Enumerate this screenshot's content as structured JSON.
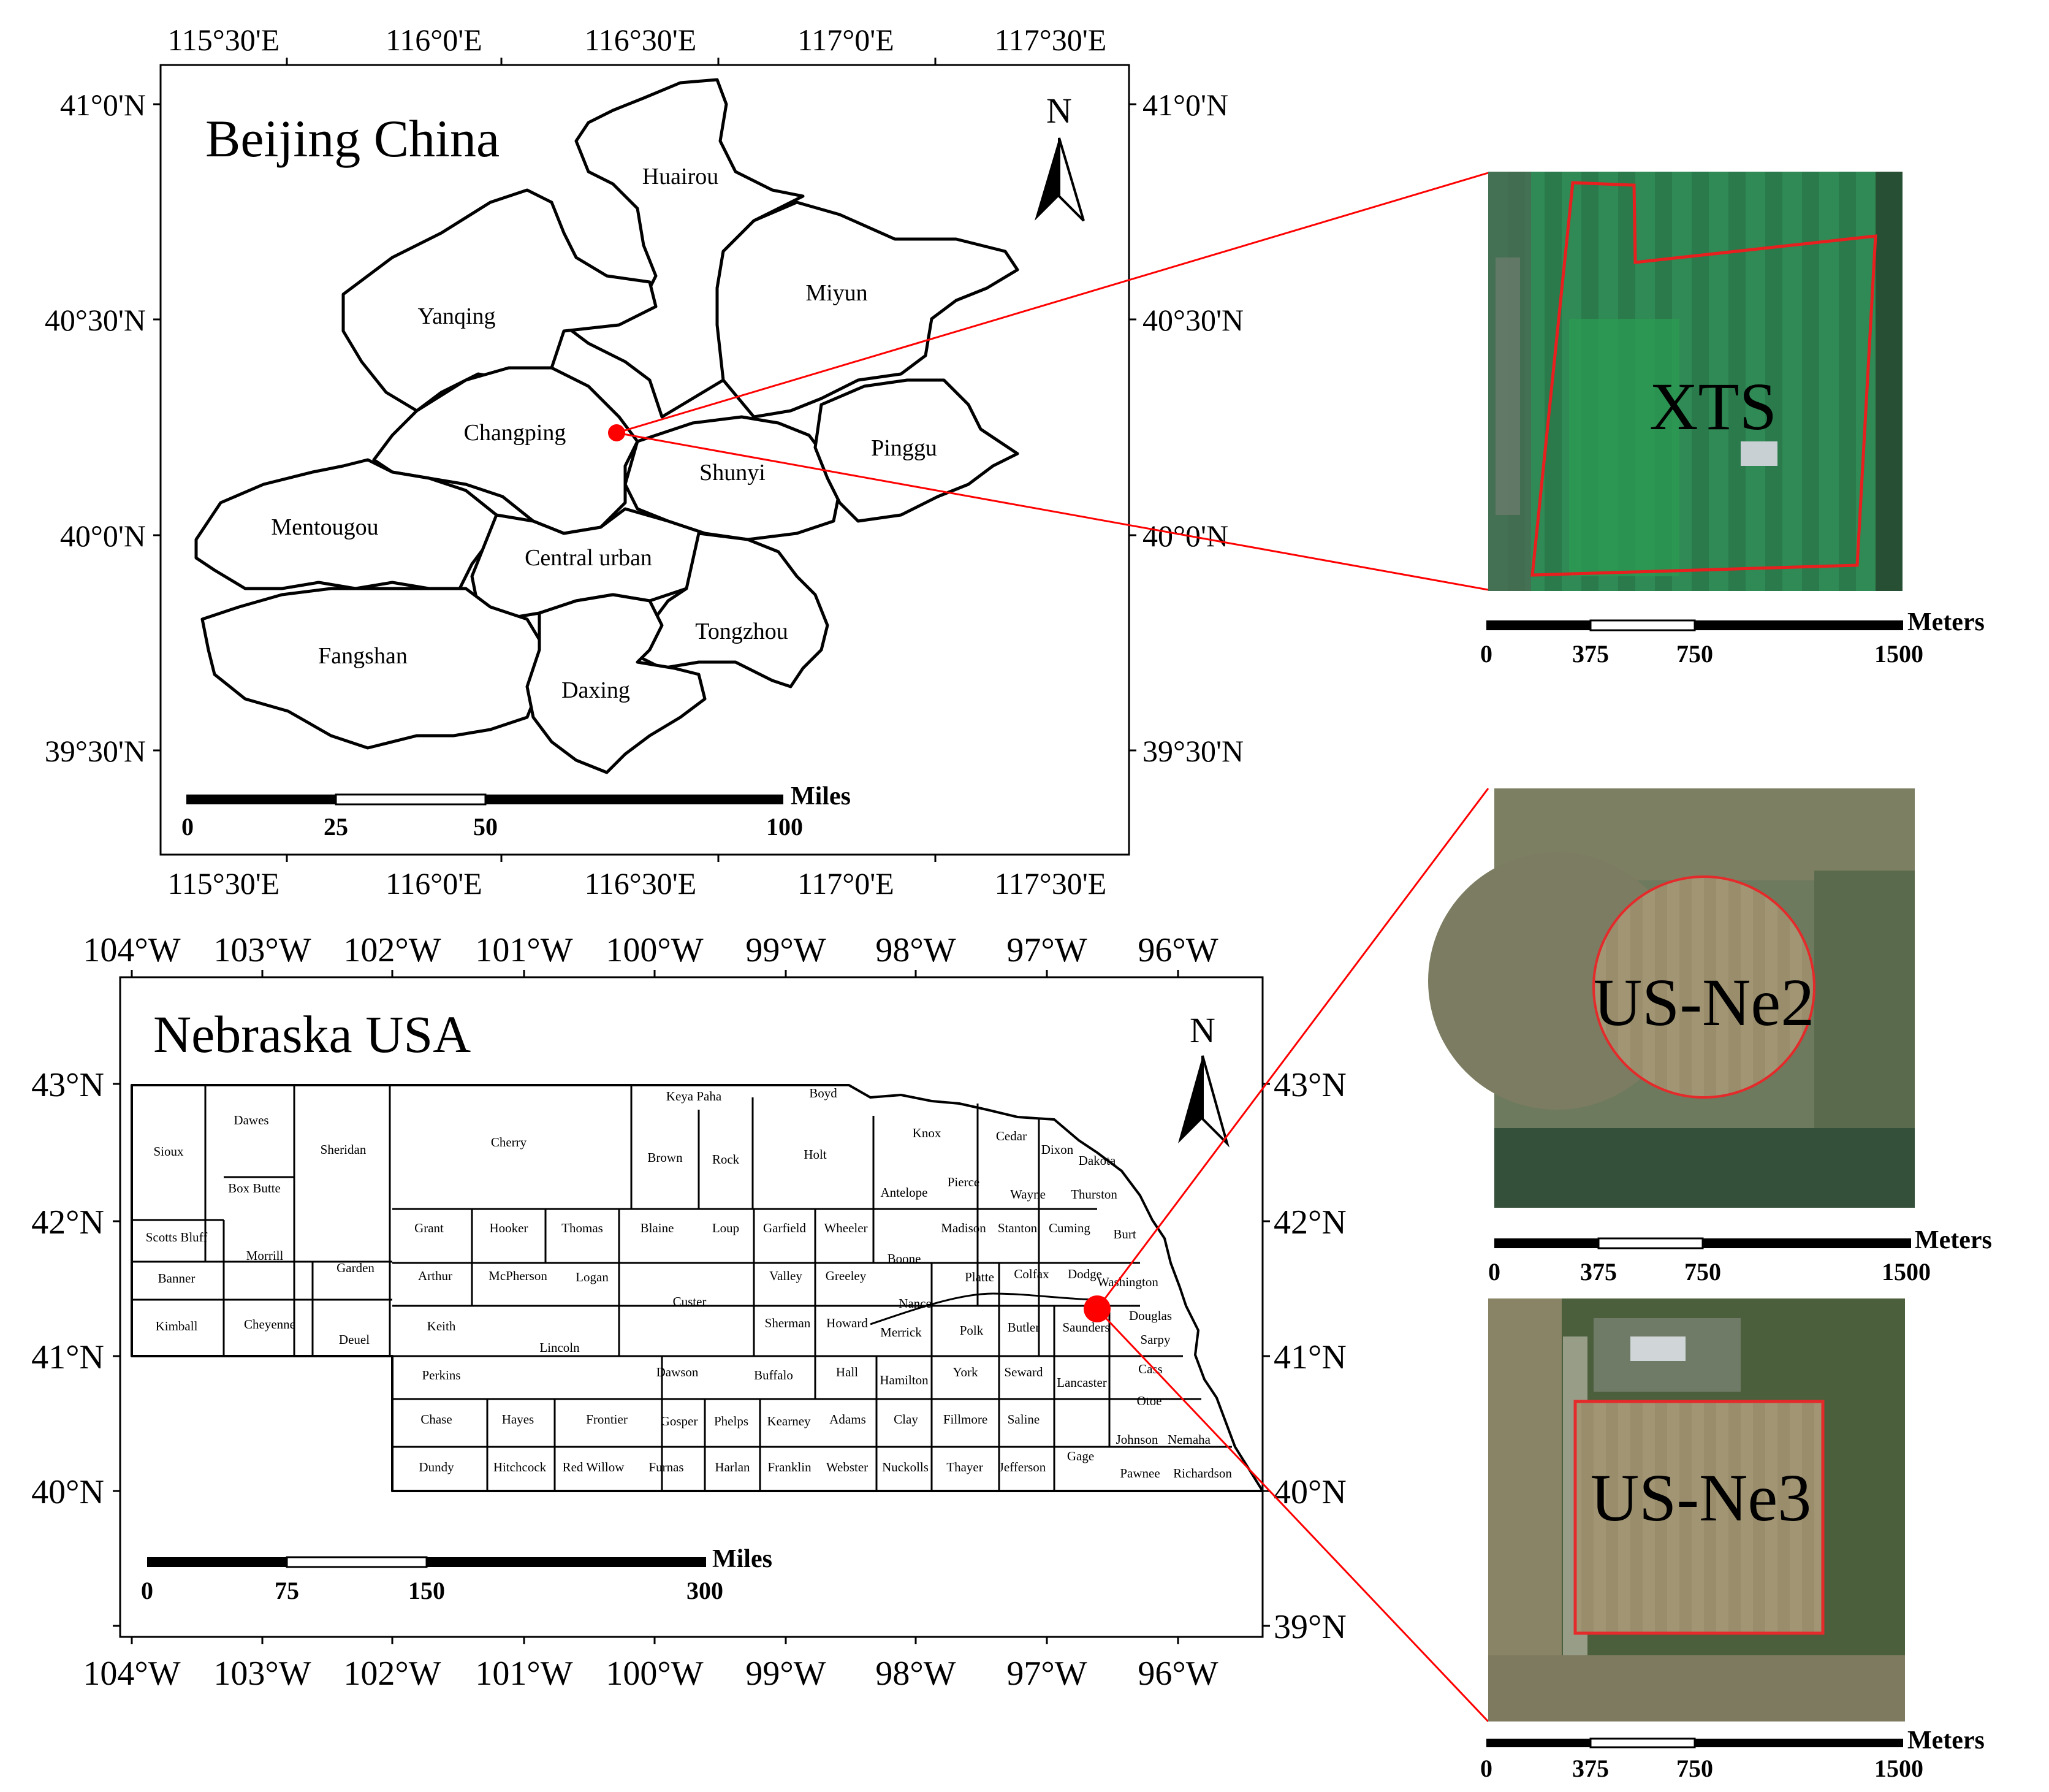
{
  "beijing": {
    "title": "Beijing China",
    "lon_ticks": [
      "115°30'E",
      "116°0'E",
      "116°30'E",
      "117°0'E",
      "117°30'E"
    ],
    "lat_ticks": [
      "41°0'N",
      "40°30'N",
      "40°0'N",
      "39°30'N"
    ],
    "districts": [
      "Huairou",
      "Yanqing",
      "Miyun",
      "Changping",
      "Shunyi",
      "Pinggu",
      "Mentougou",
      "Central urban",
      "Fangshan",
      "Tongzhou",
      "Daxing"
    ],
    "north": "N",
    "scale": {
      "unit": "Miles",
      "labels": [
        "0",
        "25",
        "50",
        "100"
      ]
    }
  },
  "nebraska": {
    "title": "Nebraska USA",
    "lon_ticks": [
      "104°W",
      "103°W",
      "102°W",
      "101°W",
      "100°W",
      "99°W",
      "98°W",
      "97°W",
      "96°W"
    ],
    "lat_ticks": [
      "43°N",
      "42°N",
      "41°N",
      "40°N",
      "39°N"
    ],
    "north": "N",
    "scale": {
      "unit": "Miles",
      "labels": [
        "0",
        "75",
        "150",
        "300"
      ]
    },
    "counties": [
      "Keya Paha",
      "Boyd",
      "Dawes",
      "Sioux",
      "Sheridan",
      "Cherry",
      "Brown",
      "Rock",
      "Holt",
      "Knox",
      "Cedar",
      "Dixon",
      "Dakota",
      "Box Butte",
      "Antelope",
      "Pierce",
      "Wayne",
      "Thurston",
      "Scotts Bluff",
      "Morrill",
      "Garden",
      "Grant",
      "Hooker",
      "Thomas",
      "Blaine",
      "Loup",
      "Garfield",
      "Wheeler",
      "Madison",
      "Stanton",
      "Cuming",
      "Burt",
      "Banner",
      "Arthur",
      "McPherson",
      "Logan",
      "Custer",
      "Valley",
      "Greeley",
      "Boone",
      "Platte",
      "Colfax",
      "Dodge",
      "Washington",
      "Kimball",
      "Cheyenne",
      "Deuel",
      "Keith",
      "Lincoln",
      "Sherman",
      "Howard",
      "Nance",
      "Merrick",
      "Polk",
      "Butler",
      "Saunders",
      "Douglas",
      "Sarpy",
      "Perkins",
      "Dawson",
      "Buffalo",
      "Hall",
      "Hamilton",
      "York",
      "Seward",
      "Lancaster",
      "Cass",
      "Otoe",
      "Chase",
      "Hayes",
      "Frontier",
      "Gosper",
      "Phelps",
      "Kearney",
      "Adams",
      "Clay",
      "Fillmore",
      "Saline",
      "Johnson",
      "Nemaha",
      "Dundy",
      "Hitchcock",
      "Red Willow",
      "Furnas",
      "Harlan",
      "Franklin",
      "Webster",
      "Nuckolls",
      "Thayer",
      "Jefferson",
      "Gage",
      "Pawnee",
      "Richardson"
    ]
  },
  "insets": [
    {
      "site": "XTS",
      "scale": {
        "unit": "Meters",
        "labels": [
          "0",
          "375",
          "750",
          "1500"
        ]
      }
    },
    {
      "site": "US-Ne2",
      "scale": {
        "unit": "Meters",
        "labels": [
          "0",
          "375",
          "750",
          "1500"
        ]
      }
    },
    {
      "site": "US-Ne3",
      "scale": {
        "unit": "Meters",
        "labels": [
          "0",
          "375",
          "750",
          "1500"
        ]
      }
    }
  ],
  "colors": {
    "site_marker": "#ff0000",
    "field": "#2f8a55",
    "field_dark": "#1d5e3a",
    "soil": "#9c8f6e",
    "vegetation": "#3f5a34"
  }
}
